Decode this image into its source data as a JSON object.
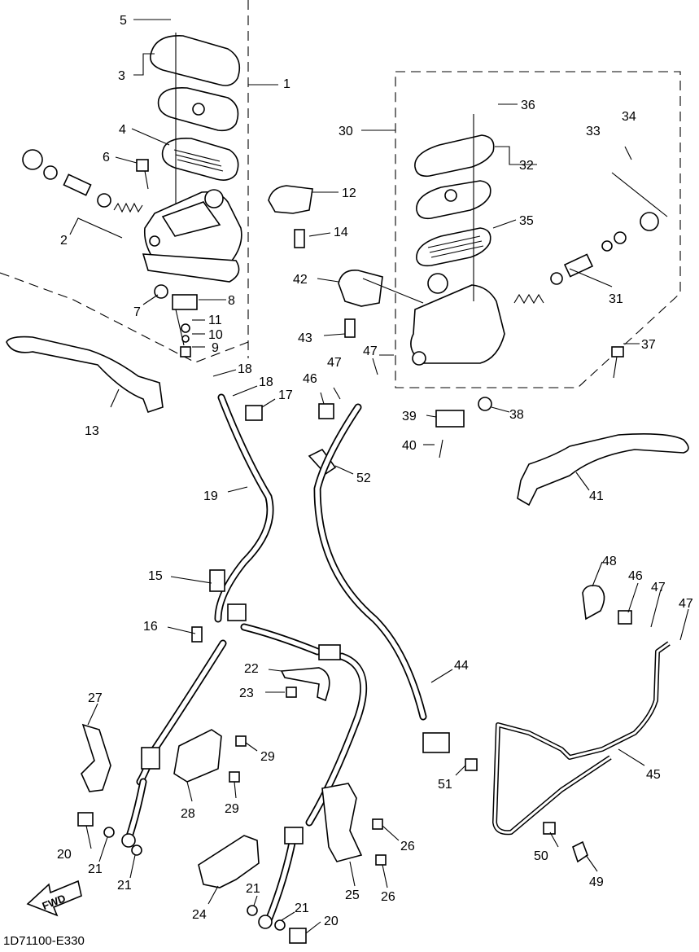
{
  "diagram": {
    "drawing_code": "1D71100-E330",
    "fwd_label": "FWD",
    "callouts": [
      "1",
      "2",
      "3",
      "4",
      "5",
      "6",
      "7",
      "8",
      "9",
      "10",
      "11",
      "12",
      "13",
      "14",
      "15",
      "16",
      "17",
      "18",
      "18",
      "19",
      "20",
      "20",
      "21",
      "21",
      "21",
      "21",
      "22",
      "23",
      "24",
      "25",
      "26",
      "26",
      "27",
      "28",
      "29",
      "29",
      "30",
      "31",
      "32",
      "33",
      "34",
      "35",
      "36",
      "37",
      "38",
      "39",
      "40",
      "41",
      "42",
      "43",
      "44",
      "45",
      "46",
      "46",
      "47",
      "47",
      "47",
      "47",
      "48",
      "49",
      "50",
      "51",
      "52"
    ]
  }
}
